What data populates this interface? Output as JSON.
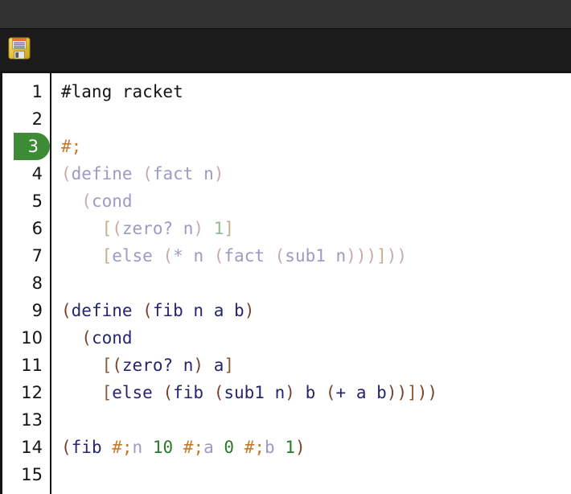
{
  "window": {
    "titlebar_color": "#323232",
    "toolbar_color": "#1b1b1b"
  },
  "toolbar": {
    "save_icon": "floppy-disk-save-icon",
    "save_label": ""
  },
  "editor": {
    "language": "racket",
    "current_line": 3,
    "current_line_highlight_color": "#3d8b37",
    "total_lines": 15,
    "line_numbers": [
      "1",
      "2",
      "3",
      "4",
      "5",
      "6",
      "7",
      "8",
      "9",
      "10",
      "11",
      "12",
      "13",
      "14",
      "15"
    ],
    "lines": [
      {
        "number": "1",
        "tokens": [
          {
            "text": "#lang racket",
            "style": "t-plain"
          }
        ]
      },
      {
        "number": "2",
        "tokens": []
      },
      {
        "number": "3",
        "tokens": [
          {
            "text": "#;",
            "style": "t-hash"
          }
        ]
      },
      {
        "number": "4",
        "tokens": [
          {
            "text": "(",
            "style": "c-paren"
          },
          {
            "text": "define",
            "style": "c-ident"
          },
          {
            "text": " ",
            "style": "c-ident"
          },
          {
            "text": "(",
            "style": "c-paren"
          },
          {
            "text": "fact",
            "style": "c-ident"
          },
          {
            "text": " ",
            "style": "c-ident"
          },
          {
            "text": "n",
            "style": "c-ident"
          },
          {
            "text": ")",
            "style": "c-paren"
          }
        ]
      },
      {
        "number": "5",
        "tokens": [
          {
            "text": "  ",
            "style": "c-ident"
          },
          {
            "text": "(",
            "style": "c-paren"
          },
          {
            "text": "cond",
            "style": "c-ident"
          }
        ]
      },
      {
        "number": "6",
        "tokens": [
          {
            "text": "    ",
            "style": "c-ident"
          },
          {
            "text": "[",
            "style": "c-brack"
          },
          {
            "text": "(",
            "style": "c-paren"
          },
          {
            "text": "zero?",
            "style": "c-ident"
          },
          {
            "text": " ",
            "style": "c-ident"
          },
          {
            "text": "n",
            "style": "c-ident"
          },
          {
            "text": ")",
            "style": "c-paren"
          },
          {
            "text": " ",
            "style": "c-ident"
          },
          {
            "text": "1",
            "style": "c-num"
          },
          {
            "text": "]",
            "style": "c-brack"
          }
        ]
      },
      {
        "number": "7",
        "tokens": [
          {
            "text": "    ",
            "style": "c-ident"
          },
          {
            "text": "[",
            "style": "c-brack"
          },
          {
            "text": "else",
            "style": "c-ident"
          },
          {
            "text": " ",
            "style": "c-ident"
          },
          {
            "text": "(",
            "style": "c-paren"
          },
          {
            "text": "*",
            "style": "c-ident"
          },
          {
            "text": " ",
            "style": "c-ident"
          },
          {
            "text": "n",
            "style": "c-ident"
          },
          {
            "text": " ",
            "style": "c-ident"
          },
          {
            "text": "(",
            "style": "c-paren"
          },
          {
            "text": "fact",
            "style": "c-ident"
          },
          {
            "text": " ",
            "style": "c-ident"
          },
          {
            "text": "(",
            "style": "c-paren"
          },
          {
            "text": "sub1",
            "style": "c-ident"
          },
          {
            "text": " ",
            "style": "c-ident"
          },
          {
            "text": "n",
            "style": "c-ident"
          },
          {
            "text": ")))",
            "style": "c-paren"
          },
          {
            "text": "]",
            "style": "c-brack"
          },
          {
            "text": "))",
            "style": "c-paren"
          }
        ]
      },
      {
        "number": "8",
        "tokens": []
      },
      {
        "number": "9",
        "tokens": [
          {
            "text": "(",
            "style": "t-paren"
          },
          {
            "text": "define",
            "style": "t-ident"
          },
          {
            "text": " ",
            "style": "t-ident"
          },
          {
            "text": "(",
            "style": "t-paren"
          },
          {
            "text": "fib",
            "style": "t-ident"
          },
          {
            "text": " ",
            "style": "t-ident"
          },
          {
            "text": "n",
            "style": "t-ident"
          },
          {
            "text": " ",
            "style": "t-ident"
          },
          {
            "text": "a",
            "style": "t-ident"
          },
          {
            "text": " ",
            "style": "t-ident"
          },
          {
            "text": "b",
            "style": "t-ident"
          },
          {
            "text": ")",
            "style": "t-paren"
          }
        ]
      },
      {
        "number": "10",
        "tokens": [
          {
            "text": "  ",
            "style": "t-ident"
          },
          {
            "text": "(",
            "style": "t-paren"
          },
          {
            "text": "cond",
            "style": "t-ident"
          }
        ]
      },
      {
        "number": "11",
        "tokens": [
          {
            "text": "    ",
            "style": "t-ident"
          },
          {
            "text": "[",
            "style": "t-brack"
          },
          {
            "text": "(",
            "style": "t-paren"
          },
          {
            "text": "zero?",
            "style": "t-ident"
          },
          {
            "text": " ",
            "style": "t-ident"
          },
          {
            "text": "n",
            "style": "t-ident"
          },
          {
            "text": ")",
            "style": "t-paren"
          },
          {
            "text": " ",
            "style": "t-ident"
          },
          {
            "text": "a",
            "style": "t-ident"
          },
          {
            "text": "]",
            "style": "t-brack"
          }
        ]
      },
      {
        "number": "12",
        "tokens": [
          {
            "text": "    ",
            "style": "t-ident"
          },
          {
            "text": "[",
            "style": "t-brack"
          },
          {
            "text": "else",
            "style": "t-ident"
          },
          {
            "text": " ",
            "style": "t-ident"
          },
          {
            "text": "(",
            "style": "t-paren"
          },
          {
            "text": "fib",
            "style": "t-ident"
          },
          {
            "text": " ",
            "style": "t-ident"
          },
          {
            "text": "(",
            "style": "t-paren"
          },
          {
            "text": "sub1",
            "style": "t-ident"
          },
          {
            "text": " ",
            "style": "t-ident"
          },
          {
            "text": "n",
            "style": "t-ident"
          },
          {
            "text": ")",
            "style": "t-paren"
          },
          {
            "text": " ",
            "style": "t-ident"
          },
          {
            "text": "b",
            "style": "t-ident"
          },
          {
            "text": " ",
            "style": "t-ident"
          },
          {
            "text": "(",
            "style": "t-paren"
          },
          {
            "text": "+",
            "style": "t-ident"
          },
          {
            "text": " ",
            "style": "t-ident"
          },
          {
            "text": "a",
            "style": "t-ident"
          },
          {
            "text": " ",
            "style": "t-ident"
          },
          {
            "text": "b",
            "style": "t-ident"
          },
          {
            "text": "))",
            "style": "t-paren"
          },
          {
            "text": "]",
            "style": "t-brack"
          },
          {
            "text": "))",
            "style": "t-paren"
          }
        ]
      },
      {
        "number": "13",
        "tokens": []
      },
      {
        "number": "14",
        "tokens": [
          {
            "text": "(",
            "style": "t-paren"
          },
          {
            "text": "fib",
            "style": "t-ident"
          },
          {
            "text": " ",
            "style": "t-ident"
          },
          {
            "text": "#;",
            "style": "t-hash"
          },
          {
            "text": "n",
            "style": "c-ident"
          },
          {
            "text": " ",
            "style": "t-ident"
          },
          {
            "text": "10",
            "style": "t-num"
          },
          {
            "text": " ",
            "style": "t-ident"
          },
          {
            "text": "#;",
            "style": "t-hash"
          },
          {
            "text": "a",
            "style": "c-ident"
          },
          {
            "text": " ",
            "style": "t-ident"
          },
          {
            "text": "0",
            "style": "t-num"
          },
          {
            "text": " ",
            "style": "t-ident"
          },
          {
            "text": "#;",
            "style": "t-hash"
          },
          {
            "text": "b",
            "style": "c-ident"
          },
          {
            "text": " ",
            "style": "t-ident"
          },
          {
            "text": "1",
            "style": "t-num"
          },
          {
            "text": ")",
            "style": "t-paren"
          }
        ]
      },
      {
        "number": "15",
        "tokens": []
      }
    ]
  }
}
